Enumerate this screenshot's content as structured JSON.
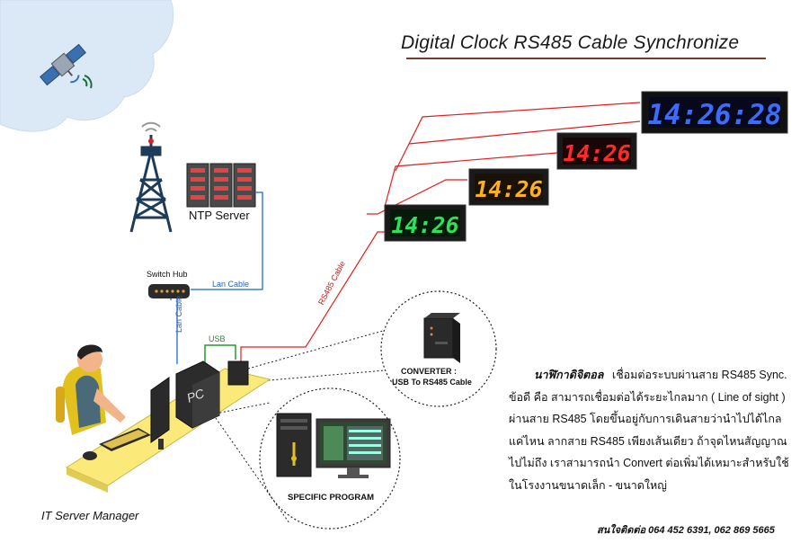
{
  "title": "Digital Clock RS485 Cable Synchronize",
  "labels": {
    "ntp_server": "NTP Server",
    "switch_hub": "Switch Hub",
    "lan_cable_1": "Lan Cable",
    "lan_cable_2": "Lan Cable",
    "usb": "USB",
    "rs485_cable": "RS485 Cable",
    "converter_line1": "CONVERTER :",
    "converter_line2": "USB To RS485 Cable",
    "specific_program": "SPECIFIC PROGRAM",
    "it_manager": "IT Server Manager",
    "pc": "PC"
  },
  "clocks": [
    {
      "time": "14:26:28",
      "color": "#3a6cff"
    },
    {
      "time": "14:26",
      "color": "#ff2a2a"
    },
    {
      "time": "14:26",
      "color": "#ffb020"
    },
    {
      "time": "14:26",
      "color": "#2ee05a"
    }
  ],
  "description": {
    "lead": "นาฬิกาดิจิตอล",
    "lines": [
      "เชื่อมต่อระบบผ่านสาย RS485 Sync.",
      "ข้อดี คือ สามารถเชื่อมต่อได้ระยะไกลมาก ( Line of sight )",
      "ผ่านสาย RS485 โดยขึ้นอยู่กับการเดินสายว่านำไปได้ไกล",
      "แค่ไหน ลากสาย RS485 เพียงเส้นเดียว ถ้าจุดไหนสัญญาณ",
      "ไปไม่ถึง เราสามารถนำ Convert ต่อเพิ่มได้เหมาะสำหรับใช้",
      "ในโรงงานขนาดเล็ก - ขนาดใหญ่"
    ]
  },
  "contact": "สนใจติดต่อ 064 452 6391, 062 869 5665",
  "colors": {
    "rs485_line": "#e02020",
    "lan_line": "#3a7fd8",
    "usb_line": "#2a9a2a",
    "desk": "#fbe97a",
    "cloud": "#dbe9f7"
  }
}
